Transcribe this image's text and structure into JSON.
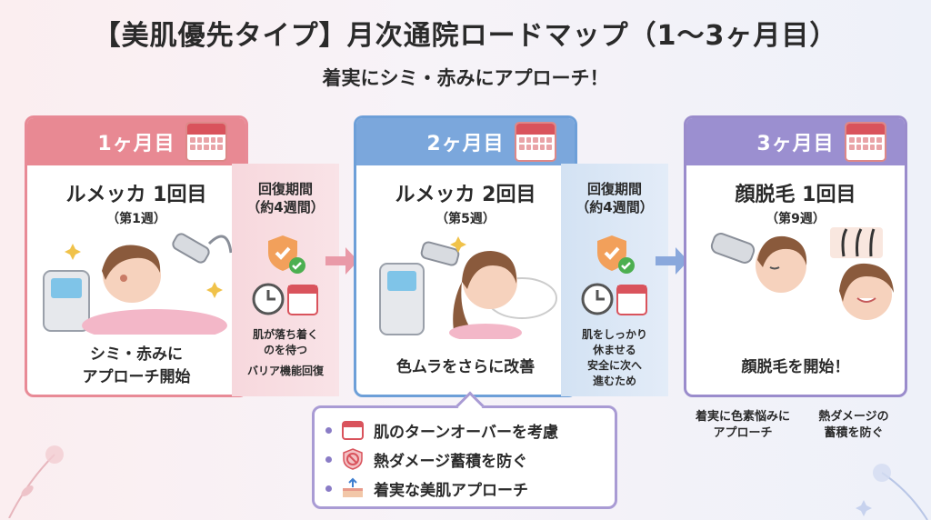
{
  "header": {
    "title": "【美肌優先タイプ】月次通院ロードマップ（1〜3ヶ月目）",
    "subtitle": "着実にシミ・赤みにアプローチ！"
  },
  "steps": [
    {
      "month": "1ヶ月目",
      "title": "ルメッカ 1回目",
      "week": "（第1週）",
      "note_lines": [
        "シミ・赤みに",
        "アプローチ開始"
      ],
      "color": "#e88993"
    },
    {
      "month": "2ヶ月目",
      "title": "ルメッカ 2回目",
      "week": "（第5週）",
      "note_lines": [
        "色ムラをさらに改善"
      ],
      "color": "#7ba7dc"
    },
    {
      "month": "3ヶ月目",
      "title": "顔脱毛 1回目",
      "week": "（第9週）",
      "note_lines": [
        "顔脱毛を開始！"
      ],
      "color": "#9b8fd0"
    }
  ],
  "recovery": [
    {
      "title": "回復期間",
      "period": "（約4週間）",
      "note_lines": [
        "肌が落ち着く",
        "のを待つ",
        "バリア機能回復"
      ]
    },
    {
      "title": "回復期間",
      "period": "（約4週間）",
      "note_lines": [
        "肌をしっかり",
        "休ませる",
        "安全に次へ",
        "進むため"
      ]
    }
  ],
  "legend": {
    "items": [
      {
        "label": "肌のターンオーバーを考慮",
        "icon": "calendar-icon"
      },
      {
        "label": "熱ダメージ蓄積を防ぐ",
        "icon": "no-heat-icon"
      },
      {
        "label": "着実な美肌アプローチ",
        "icon": "skin-layer-icon"
      }
    ]
  },
  "captions": [
    {
      "lines": [
        "着実に色素悩みに",
        "アプローチ"
      ]
    },
    {
      "lines": [
        "熱ダメージの",
        "蓄積を防ぐ"
      ]
    }
  ]
}
